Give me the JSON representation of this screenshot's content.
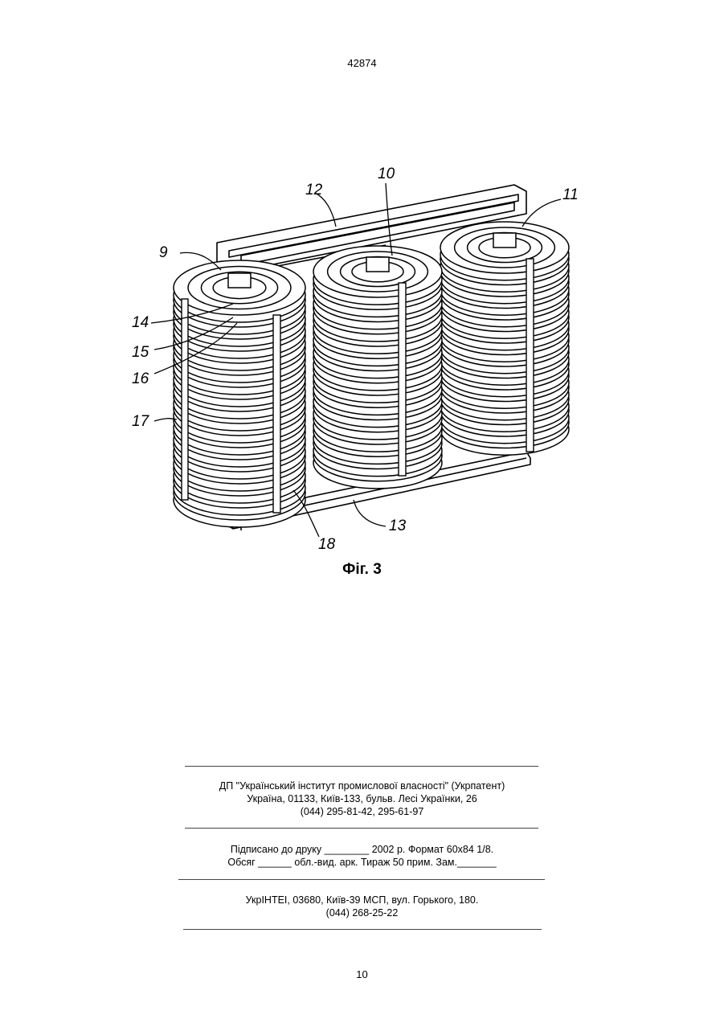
{
  "header": {
    "page_id": "42874"
  },
  "figure": {
    "caption": "Фіг. 3",
    "callouts": {
      "n9": "9",
      "n10": "10",
      "n11": "11",
      "n12": "12",
      "n13": "13",
      "n14": "14",
      "n15": "15",
      "n16": "16",
      "n17": "17",
      "n18": "18"
    }
  },
  "imprint": {
    "publisher_line1": "ДП \"Український інститут промислової власності\" (Укрпатент)",
    "publisher_line2": "Україна, 01133, Київ-133, бульв. Лесі Українки, 26",
    "publisher_line3": "(044) 295-81-42, 295-61-97",
    "print_line1": "Підписано до друку ________ 2002 р.    Формат 60х84 1/8.",
    "print_line2": "Обсяг ______ обл.-вид. арк.   Тираж 50 прим.    Зам._______",
    "printer_line1": "УкрІНТЕІ, 03680, Київ-39 МСП, вул. Горького, 180.",
    "printer_line2": "(044) 268-25-22"
  },
  "footer": {
    "page_number": "10"
  }
}
